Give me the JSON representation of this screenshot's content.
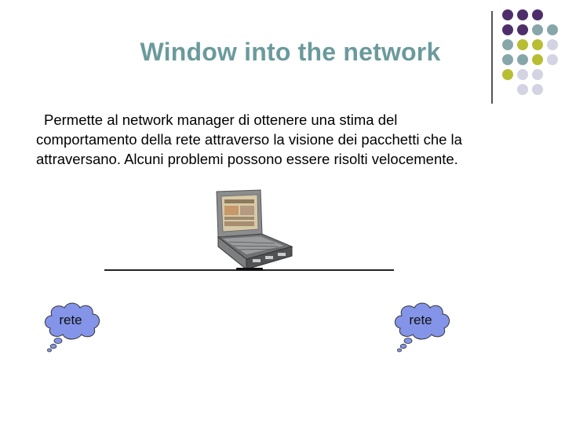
{
  "slide": {
    "title": "Window into the network",
    "body": {
      "line1": "Permette al network manager di ottenere una stima del",
      "line2": "comportamento della rete attraverso la visione dei pacchetti che la",
      "line3": "attraversano. Alcuni problemi possono essere risolti velocemente."
    },
    "diagram": {
      "left_cloud_label": "rete",
      "right_cloud_label": "rete",
      "device_icon": "laptop-analyzer-icon"
    }
  },
  "colors": {
    "title": "#6b9a9c",
    "cloud_fill": "#8494e8",
    "dot_purple": "#4e2e6a",
    "dot_teal": "#87a6aa",
    "dot_olive": "#b9bd32",
    "dot_lavender": "#d3d3e4"
  },
  "decoration": {
    "dot_grid": [
      [
        "dot_purple",
        "dot_purple",
        "dot_purple",
        null
      ],
      [
        "dot_purple",
        "dot_purple",
        "dot_teal",
        "dot_teal"
      ],
      [
        "dot_teal",
        "dot_olive",
        "dot_olive",
        "dot_lavender"
      ],
      [
        "dot_teal",
        "dot_teal",
        "dot_olive",
        "dot_lavender"
      ],
      [
        "dot_olive",
        "dot_lavender",
        "dot_lavender",
        null
      ],
      [
        null,
        "dot_lavender",
        "dot_lavender",
        null
      ]
    ]
  }
}
